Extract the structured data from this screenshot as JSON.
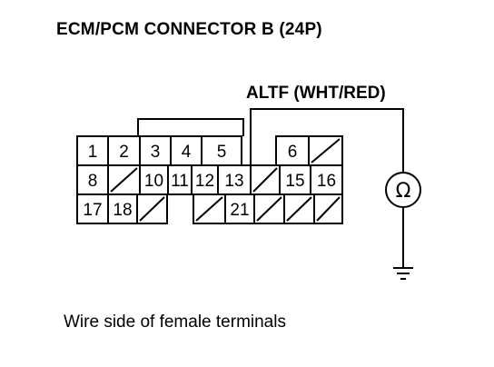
{
  "title": "ECM/PCM CONNECTOR B (24P)",
  "wire_label": "ALTF (WHT/RED)",
  "caption": "Wire side of female terminals",
  "meter_symbol": "Ω",
  "meter_icon": "ohmmeter-icon",
  "ground_icon": "ground-icon",
  "connector": {
    "rows": [
      [
        "1",
        "2",
        "3",
        "4",
        "5",
        "",
        "6",
        "/"
      ],
      [
        "8",
        "/",
        "10",
        "11",
        "12",
        "13",
        "/",
        "15",
        "16"
      ],
      [
        "17",
        "18",
        "/",
        "",
        "/",
        "21",
        "/",
        "/"
      ]
    ]
  }
}
